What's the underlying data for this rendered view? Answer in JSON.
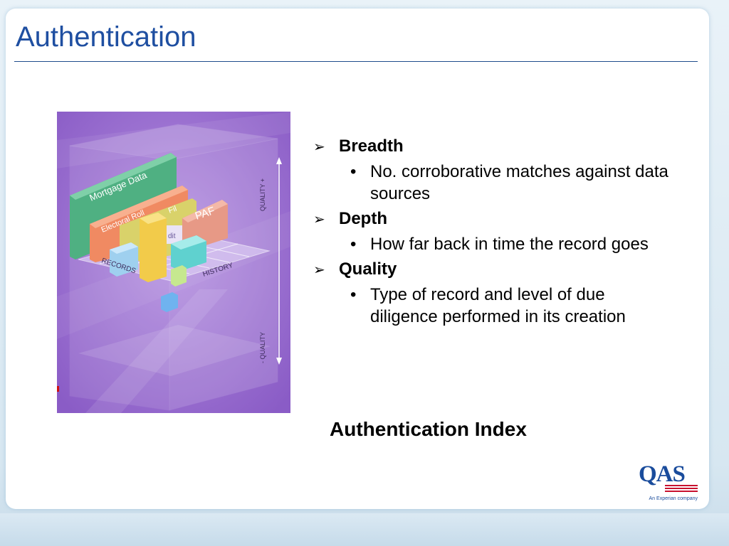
{
  "slide": {
    "title": "Authentication",
    "bullets": [
      {
        "label": "Breadth",
        "sub": [
          "No. corroborative matches against data sources"
        ]
      },
      {
        "label": "Depth",
        "sub": [
          "How far back in time the record goes"
        ]
      },
      {
        "label": "Quality",
        "sub": [
          "Type of record and level of due diligence performed in its creation"
        ]
      }
    ],
    "caption": "Authentication Index"
  },
  "figure": {
    "texts": {
      "mortgage": "Mortgage Data",
      "electoral": "Electoral Roll",
      "paf": "PAF",
      "fil": "Fil",
      "dit": "dit",
      "records": "RECORDS",
      "history": "HISTORY",
      "quality_plus": "QUALITY +",
      "quality_minus": "- QUALITY"
    }
  },
  "logo": {
    "brand": "QAS",
    "tagline": "An Experian company"
  },
  "colors": {
    "title": "#1f4fa1",
    "rule": "#1f4c8c",
    "figure_bg": "#9a6fd0",
    "logo_blue": "#1a4c9c",
    "logo_red": "#c8102e"
  },
  "icons": {
    "bullet_level1": "arrow-bullet-icon",
    "bullet_level2": "dot-bullet-icon"
  }
}
